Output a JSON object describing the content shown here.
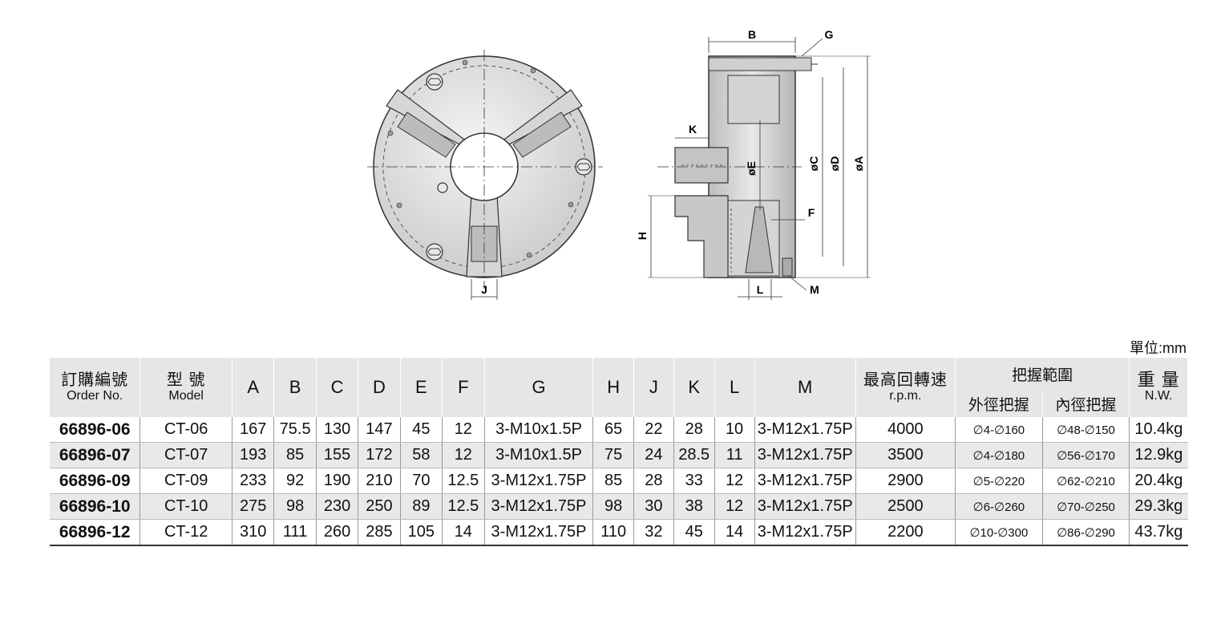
{
  "unit_label": "單位:mm",
  "drawing": {
    "dim_labels": {
      "B": "B",
      "G": "G",
      "K": "K",
      "E": "øE",
      "C": "øC",
      "D": "øD",
      "A": "øA",
      "F": "F",
      "H": "H",
      "J": "J",
      "L": "L",
      "M": "M"
    }
  },
  "table": {
    "headers": {
      "order_cn": "訂購編號",
      "order_en": "Order No.",
      "model_cn": "型 號",
      "model_en": "Model",
      "cols": [
        "A",
        "B",
        "C",
        "D",
        "E",
        "F",
        "G",
        "H",
        "J",
        "K",
        "L",
        "M"
      ],
      "rpm_cn": "最高回轉速",
      "rpm_en": "r.p.m.",
      "grip_cn": "把握範圍",
      "grip_outer": "外徑把握",
      "grip_inner": "內徑把握",
      "weight_cn": "重 量",
      "weight_en": "N.W."
    },
    "rows": [
      {
        "order": "66896-06",
        "model": "CT-06",
        "A": "167",
        "B": "75.5",
        "C": "130",
        "D": "147",
        "E": "45",
        "F": "12",
        "G": "3-M10x1.5P",
        "H": "65",
        "J": "22",
        "K": "28",
        "L": "10",
        "M": "3-M12x1.75P",
        "rpm": "4000",
        "outer": "∅4-∅160",
        "inner": "∅48-∅150",
        "weight": "10.4kg"
      },
      {
        "order": "66896-07",
        "model": "CT-07",
        "A": "193",
        "B": "85",
        "C": "155",
        "D": "172",
        "E": "58",
        "F": "12",
        "G": "3-M10x1.5P",
        "H": "75",
        "J": "24",
        "K": "28.5",
        "L": "11",
        "M": "3-M12x1.75P",
        "rpm": "3500",
        "outer": "∅4-∅180",
        "inner": "∅56-∅170",
        "weight": "12.9kg"
      },
      {
        "order": "66896-09",
        "model": "CT-09",
        "A": "233",
        "B": "92",
        "C": "190",
        "D": "210",
        "E": "70",
        "F": "12.5",
        "G": "3-M12x1.75P",
        "H": "85",
        "J": "28",
        "K": "33",
        "L": "12",
        "M": "3-M12x1.75P",
        "rpm": "2900",
        "outer": "∅5-∅220",
        "inner": "∅62-∅210",
        "weight": "20.4kg"
      },
      {
        "order": "66896-10",
        "model": "CT-10",
        "A": "275",
        "B": "98",
        "C": "230",
        "D": "250",
        "E": "89",
        "F": "12.5",
        "G": "3-M12x1.75P",
        "H": "98",
        "J": "30",
        "K": "38",
        "L": "12",
        "M": "3-M12x1.75P",
        "rpm": "2500",
        "outer": "∅6-∅260",
        "inner": "∅70-∅250",
        "weight": "29.3kg"
      },
      {
        "order": "66896-12",
        "model": "CT-12",
        "A": "310",
        "B": "111",
        "C": "260",
        "D": "285",
        "E": "105",
        "F": "14",
        "G": "3-M12x1.75P",
        "H": "110",
        "J": "32",
        "K": "45",
        "L": "14",
        "M": "3-M12x1.75P",
        "rpm": "2200",
        "outer": "∅10-∅300",
        "inner": "∅86-∅290",
        "weight": "43.7kg"
      }
    ]
  }
}
